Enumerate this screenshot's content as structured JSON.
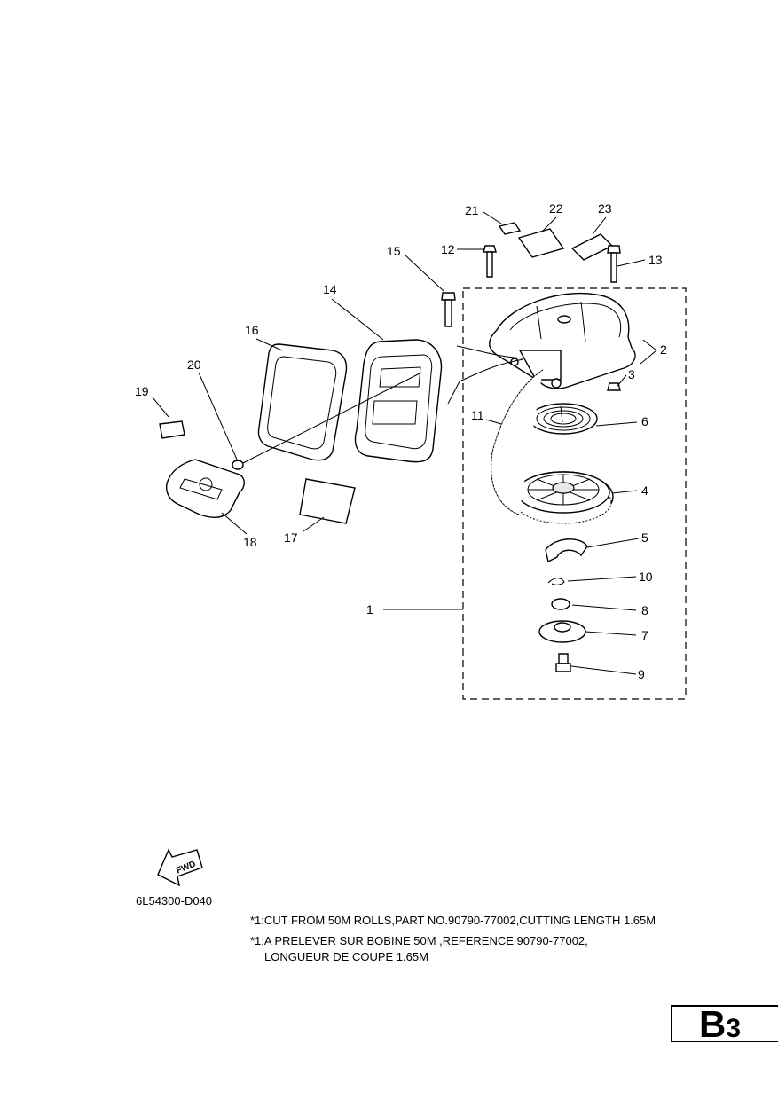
{
  "callouts": [
    {
      "id": "c1",
      "text": "1"
    },
    {
      "id": "c2",
      "text": "2"
    },
    {
      "id": "c3",
      "text": "3"
    },
    {
      "id": "c4",
      "text": "4"
    },
    {
      "id": "c5",
      "text": "5"
    },
    {
      "id": "c6",
      "text": "6"
    },
    {
      "id": "c7",
      "text": "7"
    },
    {
      "id": "c8",
      "text": "8"
    },
    {
      "id": "c9",
      "text": "9"
    },
    {
      "id": "c10",
      "text": "10"
    },
    {
      "id": "c11",
      "text": "11"
    },
    {
      "id": "c12",
      "text": "12"
    },
    {
      "id": "c13",
      "text": "13"
    },
    {
      "id": "c14",
      "text": "14"
    },
    {
      "id": "c15",
      "text": "15"
    },
    {
      "id": "c16",
      "text": "16"
    },
    {
      "id": "c17",
      "text": "17"
    },
    {
      "id": "c18",
      "text": "18"
    },
    {
      "id": "c19",
      "text": "19"
    },
    {
      "id": "c20",
      "text": "20"
    },
    {
      "id": "c21",
      "text": "21"
    },
    {
      "id": "c22",
      "text": "22"
    },
    {
      "id": "c23",
      "text": "23"
    }
  ],
  "fwd_label": "FWD",
  "diagram_code": "6L54300-D040",
  "notes": {
    "english": "*1:CUT FROM 50M ROLLS,PART NO.90790-77002,CUTTING LENGTH 1.65M",
    "french_line1": "*1:A PRELEVER SUR BOBINE 50M ,REFERENCE 90790-77002,",
    "french_line2": "LONGUEUR DE COUPE 1.65M"
  },
  "page_badge": {
    "letter": "B",
    "number": "3"
  }
}
